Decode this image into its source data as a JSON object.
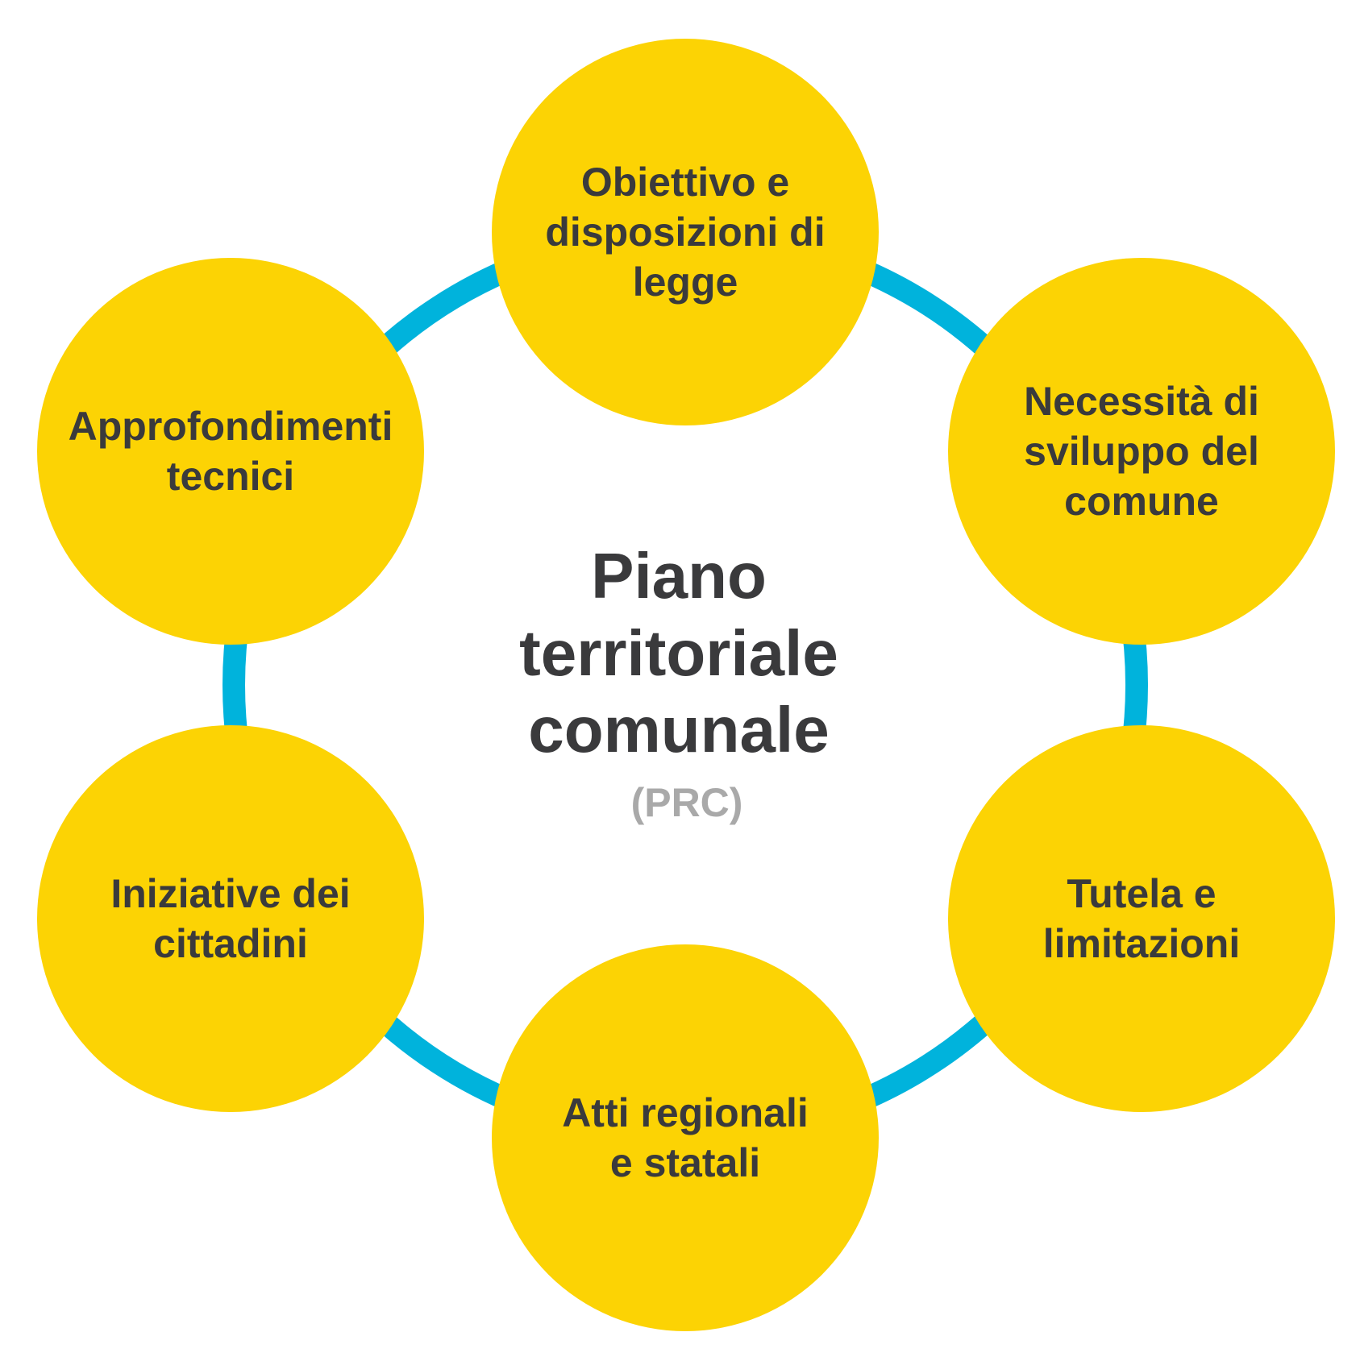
{
  "colors": {
    "ring": "#00b3dc",
    "node_fill": "#fcd304",
    "text_dark": "#3a3a3c",
    "text_muted": "#a9a9a9",
    "background": "#ffffff"
  },
  "center": {
    "title_lines": [
      "Piano",
      "territoriale",
      "comunale"
    ],
    "subtitle": "(PRC)"
  },
  "nodes": [
    {
      "lines": [
        "Obiettivo e",
        "disposizioni di",
        "legge"
      ]
    },
    {
      "lines": [
        "Necessità di",
        "sviluppo del",
        "comune"
      ]
    },
    {
      "lines": [
        "Tutela e",
        "limitazioni"
      ]
    },
    {
      "lines": [
        "Atti regionali",
        "e statali"
      ]
    },
    {
      "lines": [
        "Iniziative dei",
        "cittadini"
      ]
    },
    {
      "lines": [
        "Approfondimenti",
        "tecnici"
      ]
    }
  ]
}
